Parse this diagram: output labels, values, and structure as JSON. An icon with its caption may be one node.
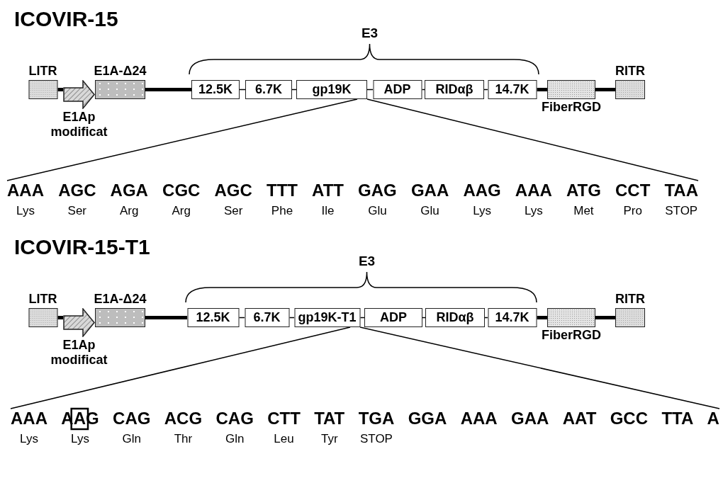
{
  "diagram": {
    "nodes": [
      {
        "text": [
          "LITR"
        ]
      },
      {
        "text": [
          "E1Ap modificat"
        ]
      },
      {
        "text": [
          "E1A-Δ24"
        ]
      },
      {
        "text": [
          "12.5K"
        ]
      },
      {
        "text": [
          "6.7K"
        ]
      },
      {
        "text": [
          "gp19K"
        ]
      },
      {
        "text": [
          "ADP"
        ]
      },
      {
        "text": [
          "RIDαβ"
        ]
      },
      {
        "text": [
          "14.7K"
        ]
      },
      {
        "text": [
          "FiberRGD"
        ]
      },
      {
        "text": [
          "RITR"
        ]
      },
      {
        "text": [
          "AAA",
          "AGC",
          "AGA",
          "CGC",
          "AGC",
          "TTT",
          "ATT",
          "GAG",
          "GAA",
          "AAG",
          "AAA",
          "ATG",
          "CCT",
          "TAA"
        ]
      },
      {
        "text": [
          "LITR"
        ]
      },
      {
        "text": [
          "E1Ap modificat"
        ]
      },
      {
        "text": [
          "E1A-Δ24"
        ]
      },
      {
        "text": [
          "12.5K"
        ]
      },
      {
        "text": [
          "6.7K"
        ]
      },
      {
        "text": [
          "gp19K-T1"
        ]
      },
      {
        "text": [
          "ADP"
        ]
      },
      {
        "text": [
          "RIDαβ"
        ]
      },
      {
        "text": [
          "14.7K"
        ]
      },
      {
        "text": [
          "FiberRGD"
        ]
      },
      {
        "text": [
          "RITR"
        ]
      },
      {
        "text": [
          "AAA",
          "AAG",
          "CAG",
          "ACG",
          "CAG",
          "CTT",
          "TAT",
          "TGA",
          "GGA",
          "AAA",
          "GAA",
          "AAT",
          "GCC",
          "TTA",
          "A"
        ]
      }
    ],
    "edges": [
      {
        "from": 0,
        "to": 1,
        "arrow": "none",
        "style": "thick"
      },
      {
        "from": 2,
        "to": 3,
        "arrow": "none",
        "style": "thick"
      },
      {
        "from": 3,
        "to": 4,
        "arrow": "none"
      },
      {
        "from": 4,
        "to": 5,
        "arrow": "none"
      },
      {
        "from": 5,
        "to": 6,
        "arrow": "none"
      },
      {
        "from": 6,
        "to": 7,
        "arrow": "none"
      },
      {
        "from": 7,
        "to": 8,
        "arrow": "none"
      },
      {
        "from": 8,
        "to": 9,
        "arrow": "none",
        "style": "thick"
      },
      {
        "from": 9,
        "to": 10,
        "arrow": "none",
        "style": "thick"
      },
      {
        "from": 5,
        "to": 11,
        "arrow": "none"
      },
      {
        "from": 5,
        "to": 11,
        "arrow": "none"
      },
      {
        "from": 12,
        "to": 13,
        "arrow": "none",
        "style": "thick"
      },
      {
        "from": 14,
        "to": 15,
        "arrow": "none",
        "style": "thick"
      },
      {
        "from": 15,
        "to": 16,
        "arrow": "none"
      },
      {
        "from": 16,
        "to": 17,
        "arrow": "none"
      },
      {
        "from": 17,
        "to": 18,
        "arrow": "none"
      },
      {
        "from": 18,
        "to": 19,
        "arrow": "none"
      },
      {
        "from": 19,
        "to": 20,
        "arrow": "none"
      },
      {
        "from": 20,
        "to": 21,
        "arrow": "none",
        "style": "thick"
      },
      {
        "from": 21,
        "to": 22,
        "arrow": "none",
        "style": "thick"
      },
      {
        "from": 17,
        "to": 23,
        "arrow": "none"
      },
      {
        "from": 17,
        "to": 23,
        "arrow": "none"
      }
    ],
    "labels": [
      "ICOVIR-15",
      "E3",
      "Lys",
      "Ser",
      "Arg",
      "Arg",
      "Ser",
      "Phe",
      "Ile",
      "Glu",
      "Glu",
      "Lys",
      "Lys",
      "Met",
      "Pro",
      "STOP",
      "ICOVIR-15-T1",
      "E3",
      "Lys",
      "Lys",
      "Gln",
      "Thr",
      "Gln",
      "Leu",
      "Tyr",
      "STOP"
    ]
  }
}
